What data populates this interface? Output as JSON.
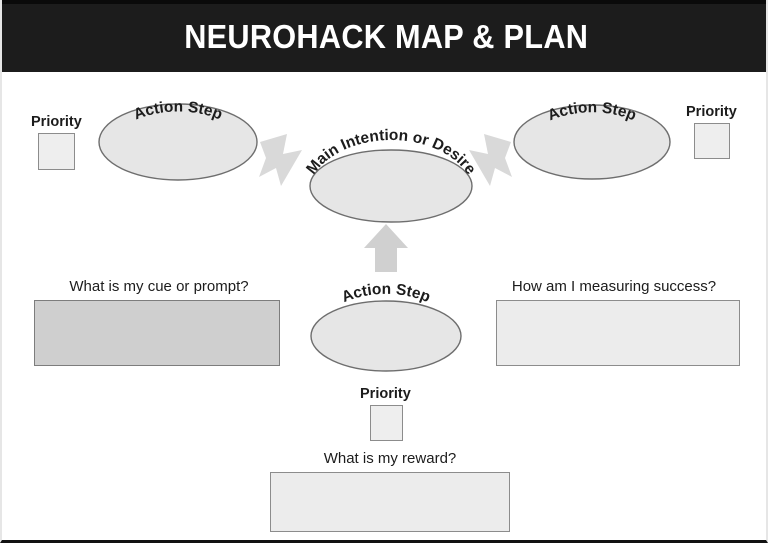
{
  "title": "NEUROHACK MAP & PLAN",
  "colors": {
    "banner_bg": "#1c1c1c",
    "banner_text": "#ffffff",
    "page_bg": "#ffffff",
    "shape_fill": "#e6e6e6",
    "shape_stroke": "#6e6e6e",
    "arrow_fill": "#d9d9d9",
    "box_fill_light": "#ececec",
    "box_fill_dark": "#cfcfcf",
    "box_stroke": "#8c8c8c",
    "text": "#1c1c1c"
  },
  "nodes": {
    "center": {
      "label": "Main Intention or Desire",
      "value": ""
    },
    "action_step_left": {
      "label": "Action Step",
      "value": ""
    },
    "action_step_right": {
      "label": "Action Step",
      "value": ""
    },
    "action_step_bottom": {
      "label": "Action Step",
      "value": ""
    }
  },
  "priorities": [
    {
      "label": "Priority",
      "value": ""
    },
    {
      "label": "Priority",
      "value": ""
    },
    {
      "label": "Priority",
      "value": ""
    }
  ],
  "fields": {
    "cue": {
      "label": "What is my cue or prompt?",
      "value": ""
    },
    "success": {
      "label": "How am I measuring success?",
      "value": ""
    },
    "reward": {
      "label": "What is my reward?",
      "value": ""
    }
  },
  "arrows": {
    "left_to_center": "arrow-down-right-icon",
    "right_to_center": "arrow-down-left-icon",
    "bottom_to_center": "arrow-up-icon"
  }
}
